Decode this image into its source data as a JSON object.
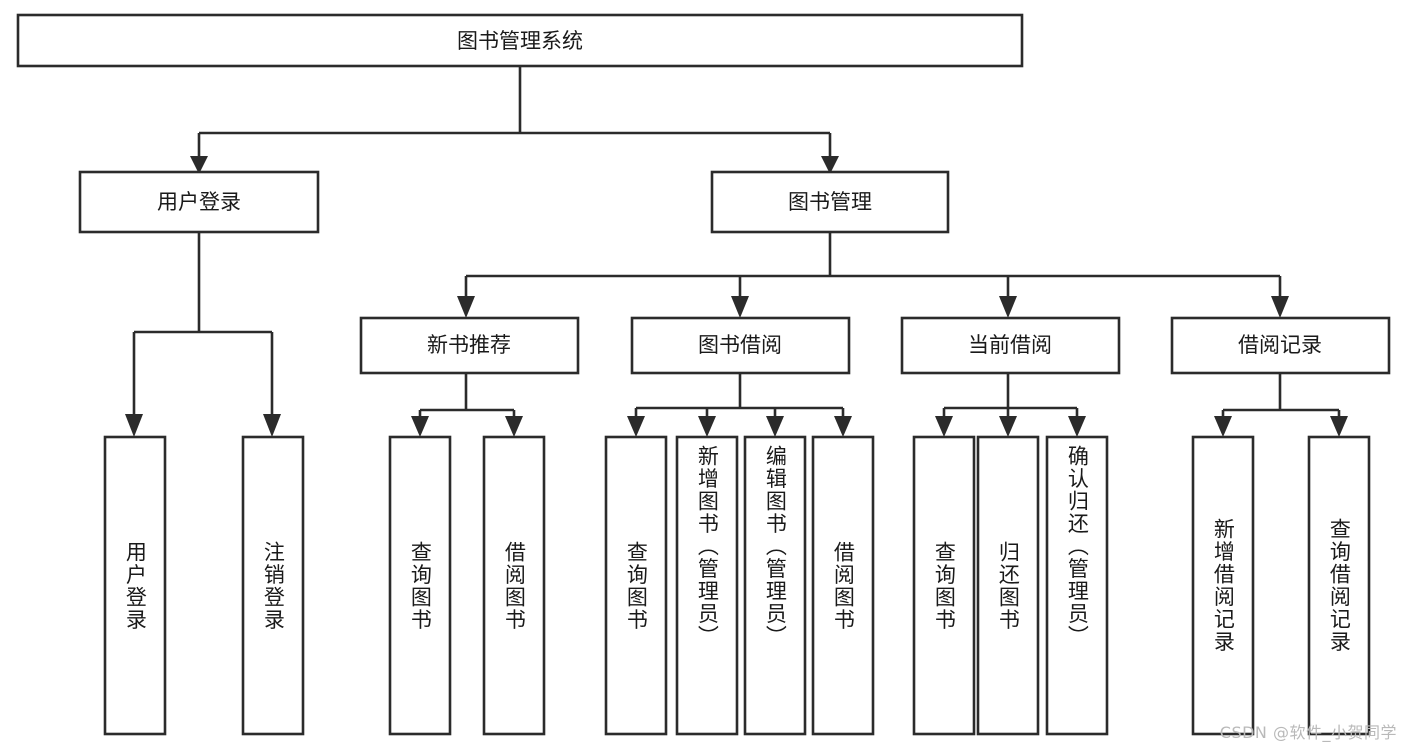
{
  "diagram": {
    "type": "tree-hierarchy-chart",
    "title": "图书管理系统",
    "orientation": "top-down",
    "colors": {
      "box_stroke": "#2b2b2b",
      "box_fill": "#ffffff",
      "connector": "#2b2b2b",
      "text": "#1a1a1a",
      "background": "#ffffff",
      "watermark": "#b9b9b9"
    }
  },
  "root": {
    "label": "图书管理系统"
  },
  "level2": [
    {
      "label": "用户登录"
    },
    {
      "label": "图书管理"
    }
  ],
  "level3": [
    {
      "label": "新书推荐"
    },
    {
      "label": "图书借阅"
    },
    {
      "label": "当前借阅"
    },
    {
      "label": "借阅记录"
    }
  ],
  "leaves": {
    "user_login": [
      {
        "label": "用户登录"
      },
      {
        "label": "注销登录"
      }
    ],
    "new_book_recommend": [
      {
        "label": "查询图书"
      },
      {
        "label": "借阅图书"
      }
    ],
    "book_borrow": [
      {
        "label": "查询图书"
      },
      {
        "label": "新增图书（管理员）"
      },
      {
        "label": "编辑图书（管理员）"
      },
      {
        "label": "借阅图书"
      }
    ],
    "current_borrow": [
      {
        "label": "查询图书"
      },
      {
        "label": "归还图书"
      },
      {
        "label": "确认归还（管理员）"
      }
    ],
    "borrow_record": [
      {
        "label": "新增借阅记录"
      },
      {
        "label": "查询借阅记录"
      }
    ]
  },
  "watermark": {
    "text": "CSDN @软件_小贺同学"
  }
}
